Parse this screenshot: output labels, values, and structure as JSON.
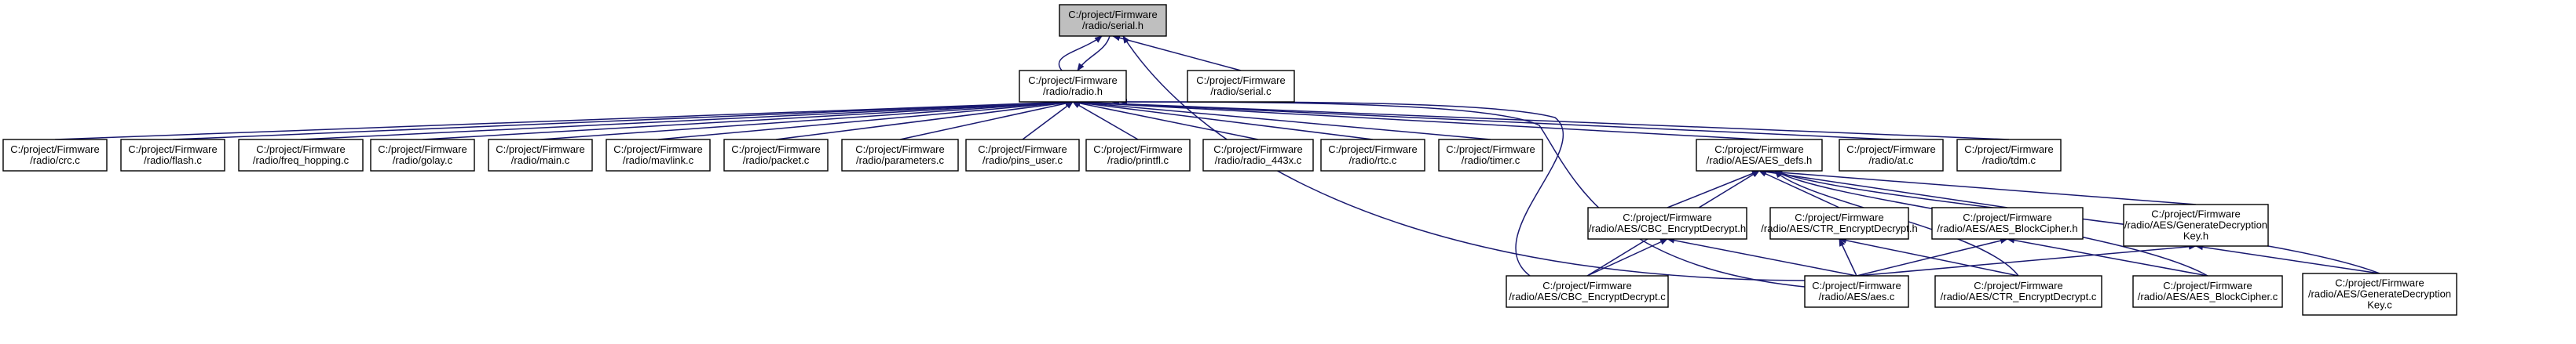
{
  "colors": {
    "edge": "#191970",
    "root_fill": "#bfbfbf",
    "node_fill": "#ffffff",
    "border": "#000000"
  },
  "nodes": [
    {
      "id": "serial_h",
      "lines": [
        "C:/project/Firmware",
        "/radio/serial.h"
      ],
      "root": true
    },
    {
      "id": "radio_h",
      "lines": [
        "C:/project/Firmware",
        "/radio/radio.h"
      ]
    },
    {
      "id": "serial_c",
      "lines": [
        "C:/project/Firmware",
        "/radio/serial.c"
      ]
    },
    {
      "id": "crc_c",
      "lines": [
        "C:/project/Firmware",
        "/radio/crc.c"
      ]
    },
    {
      "id": "flash_c",
      "lines": [
        "C:/project/Firmware",
        "/radio/flash.c"
      ]
    },
    {
      "id": "freq_c",
      "lines": [
        "C:/project/Firmware",
        "/radio/freq_hopping.c"
      ]
    },
    {
      "id": "golay_c",
      "lines": [
        "C:/project/Firmware",
        "/radio/golay.c"
      ]
    },
    {
      "id": "main_c",
      "lines": [
        "C:/project/Firmware",
        "/radio/main.c"
      ]
    },
    {
      "id": "mavlink_c",
      "lines": [
        "C:/project/Firmware",
        "/radio/mavlink.c"
      ]
    },
    {
      "id": "packet_c",
      "lines": [
        "C:/project/Firmware",
        "/radio/packet.c"
      ]
    },
    {
      "id": "params_c",
      "lines": [
        "C:/project/Firmware",
        "/radio/parameters.c"
      ]
    },
    {
      "id": "pins_c",
      "lines": [
        "C:/project/Firmware",
        "/radio/pins_user.c"
      ]
    },
    {
      "id": "printfl_c",
      "lines": [
        "C:/project/Firmware",
        "/radio/printfl.c"
      ]
    },
    {
      "id": "r443x_c",
      "lines": [
        "C:/project/Firmware",
        "/radio/radio_443x.c"
      ]
    },
    {
      "id": "rtc_c",
      "lines": [
        "C:/project/Firmware",
        "/radio/rtc.c"
      ]
    },
    {
      "id": "timer_c",
      "lines": [
        "C:/project/Firmware",
        "/radio/timer.c"
      ]
    },
    {
      "id": "aesdefs_h",
      "lines": [
        "C:/project/Firmware",
        "/radio/AES/AES_defs.h"
      ]
    },
    {
      "id": "at_c",
      "lines": [
        "C:/project/Firmware",
        "/radio/at.c"
      ]
    },
    {
      "id": "tdm_c",
      "lines": [
        "C:/project/Firmware",
        "/radio/tdm.c"
      ]
    },
    {
      "id": "cbc_h",
      "lines": [
        "C:/project/Firmware",
        "/radio/AES/CBC_EncryptDecrypt.h"
      ]
    },
    {
      "id": "ctr_h",
      "lines": [
        "C:/project/Firmware",
        "/radio/AES/CTR_EncryptDecrypt.h"
      ]
    },
    {
      "id": "block_h",
      "lines": [
        "C:/project/Firmware",
        "/radio/AES/AES_BlockCipher.h"
      ]
    },
    {
      "id": "gendec_h",
      "lines": [
        "C:/project/Firmware",
        "/radio/AES/GenerateDecryption",
        "Key.h"
      ]
    },
    {
      "id": "cbc_c",
      "lines": [
        "C:/project/Firmware",
        "/radio/AES/CBC_EncryptDecrypt.c"
      ]
    },
    {
      "id": "aes_c",
      "lines": [
        "C:/project/Firmware",
        "/radio/AES/aes.c"
      ]
    },
    {
      "id": "ctr_c",
      "lines": [
        "C:/project/Firmware",
        "/radio/AES/CTR_EncryptDecrypt.c"
      ]
    },
    {
      "id": "block_c",
      "lines": [
        "C:/project/Firmware",
        "/radio/AES/AES_BlockCipher.c"
      ]
    },
    {
      "id": "gendec_c",
      "lines": [
        "C:/project/Firmware",
        "/radio/AES/GenerateDecryption",
        "Key.c"
      ]
    }
  ],
  "edges": [
    {
      "from": "radio_h",
      "to": "serial_h"
    },
    {
      "from": "serial_h",
      "to": "radio_h"
    },
    {
      "from": "serial_c",
      "to": "serial_h"
    },
    {
      "from": "aes_c",
      "to": "serial_h"
    },
    {
      "from": "crc_c",
      "to": "radio_h"
    },
    {
      "from": "flash_c",
      "to": "radio_h"
    },
    {
      "from": "freq_c",
      "to": "radio_h"
    },
    {
      "from": "golay_c",
      "to": "radio_h"
    },
    {
      "from": "main_c",
      "to": "radio_h"
    },
    {
      "from": "mavlink_c",
      "to": "radio_h"
    },
    {
      "from": "packet_c",
      "to": "radio_h"
    },
    {
      "from": "params_c",
      "to": "radio_h"
    },
    {
      "from": "pins_c",
      "to": "radio_h"
    },
    {
      "from": "printfl_c",
      "to": "radio_h"
    },
    {
      "from": "r443x_c",
      "to": "radio_h"
    },
    {
      "from": "rtc_c",
      "to": "radio_h"
    },
    {
      "from": "timer_c",
      "to": "radio_h"
    },
    {
      "from": "aesdefs_h",
      "to": "radio_h"
    },
    {
      "from": "at_c",
      "to": "radio_h"
    },
    {
      "from": "tdm_c",
      "to": "radio_h"
    },
    {
      "from": "cbc_c",
      "to": "radio_h"
    },
    {
      "from": "aes_c",
      "to": "radio_h"
    },
    {
      "from": "cbc_h",
      "to": "aesdefs_h"
    },
    {
      "from": "ctr_h",
      "to": "aesdefs_h"
    },
    {
      "from": "block_h",
      "to": "aesdefs_h"
    },
    {
      "from": "gendec_h",
      "to": "aesdefs_h"
    },
    {
      "from": "cbc_c",
      "to": "aesdefs_h"
    },
    {
      "from": "ctr_c",
      "to": "aesdefs_h"
    },
    {
      "from": "block_c",
      "to": "aesdefs_h"
    },
    {
      "from": "gendec_c",
      "to": "aesdefs_h"
    },
    {
      "from": "cbc_c",
      "to": "cbc_h"
    },
    {
      "from": "aes_c",
      "to": "cbc_h"
    },
    {
      "from": "aes_c",
      "to": "ctr_h"
    },
    {
      "from": "ctr_c",
      "to": "ctr_h"
    },
    {
      "from": "aes_c",
      "to": "block_h"
    },
    {
      "from": "block_c",
      "to": "block_h"
    },
    {
      "from": "aes_c",
      "to": "gendec_h"
    },
    {
      "from": "gendec_c",
      "to": "gendec_h"
    }
  ]
}
